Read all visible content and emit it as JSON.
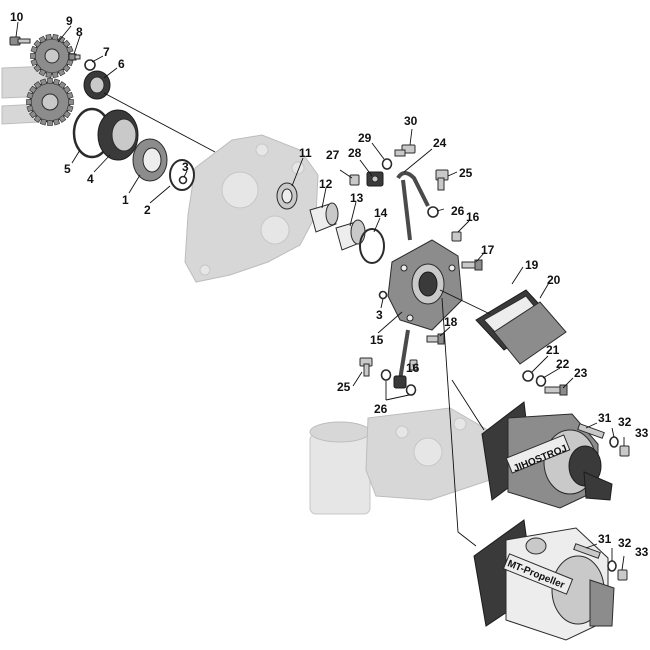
{
  "callouts": {
    "p1": "1",
    "p2": "2",
    "p3a": "3",
    "p3b": "3",
    "p4": "4",
    "p5": "5",
    "p6": "6",
    "p7": "7",
    "p8": "8",
    "p9": "9",
    "p10": "10",
    "p11": "11",
    "p12": "12",
    "p13": "13",
    "p14": "14",
    "p15": "15",
    "p16a": "16",
    "p16b": "16",
    "p17": "17",
    "p18": "18",
    "p19": "19",
    "p20": "20",
    "p21": "21",
    "p22": "22",
    "p23": "23",
    "p24": "24",
    "p25a": "25",
    "p25b": "25",
    "p26a": "26",
    "p26b": "26",
    "p27": "27",
    "p28": "28",
    "p29": "29",
    "p30": "30",
    "p31a": "31",
    "p31b": "31",
    "p32a": "32",
    "p32b": "32",
    "p33a": "33",
    "p33b": "33"
  },
  "brand_labels": {
    "jihostroj": "JIHOSTROJ",
    "mt_propeller": "MT-Propeller"
  }
}
